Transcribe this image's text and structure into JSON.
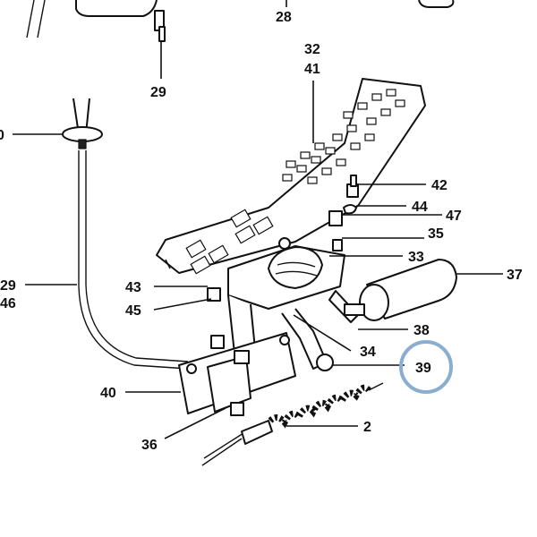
{
  "callouts": {
    "c28": "28",
    "c29_top": "29",
    "c30": "0",
    "c32": "32",
    "c41": "41",
    "c42": "42",
    "c44": "44",
    "c47": "47",
    "c35": "35",
    "c33": "33",
    "c37": "37",
    "c43": "43",
    "c45": "45",
    "c29_left": "29",
    "c46": "46",
    "c38": "38",
    "c34": "34",
    "c39": "39",
    "c40": "40",
    "c36": "36",
    "c2": "2"
  },
  "highlight": {
    "target": "39",
    "color": "#8aaed0"
  }
}
